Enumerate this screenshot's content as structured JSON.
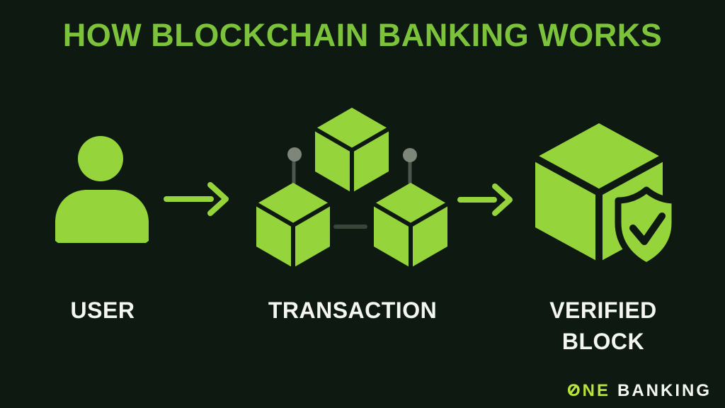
{
  "title": "HOW BLOCKCHAIN BANKING WORKS",
  "steps": [
    {
      "id": "user",
      "label": "USER",
      "icon": "user-icon"
    },
    {
      "id": "transaction",
      "label": "TRANSACTION",
      "icon": "blockchain-cubes-icon"
    },
    {
      "id": "verified-block",
      "label": "VERIFIED BLOCK",
      "icon": "verified-block-shield-icon"
    }
  ],
  "arrows": [
    {
      "icon": "arrow-right-icon"
    },
    {
      "icon": "arrow-right-icon"
    }
  ],
  "logo": {
    "one": "ONE",
    "banking": "BANKING"
  },
  "colors": {
    "background": "#0e1a11",
    "title_green": "#7cc33b",
    "icon_green": "#95d43a",
    "logo_green": "#b9e53a",
    "label_white": "#f4f6f1",
    "node_dot_gray": "#7e8679",
    "node_stem_gray": "#4d564d",
    "link_line_gray": "#3a453a"
  }
}
